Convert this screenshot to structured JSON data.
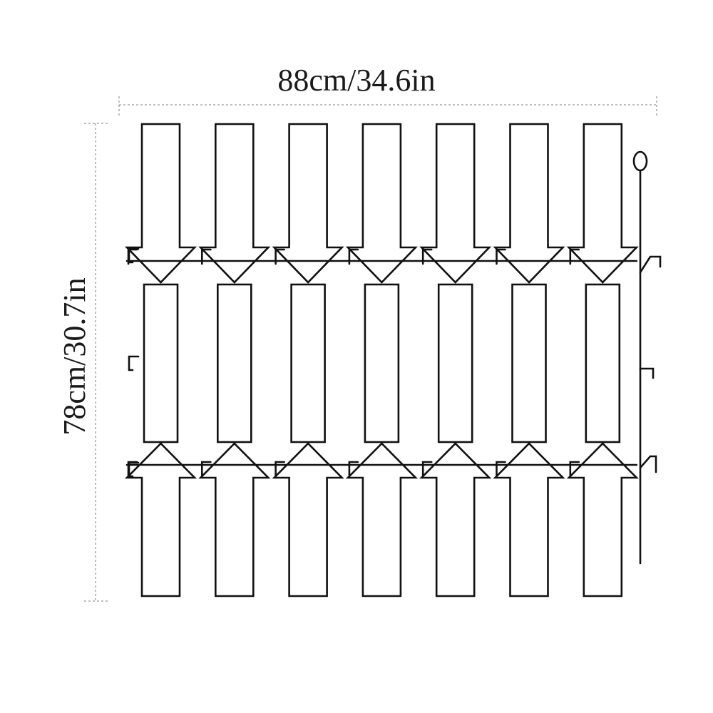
{
  "dimensions": {
    "width_label": "88cm/34.6in",
    "height_label": "78cm/30.7in"
  },
  "fence": {
    "pickets_per_row": 7,
    "rows": 3,
    "stake_count": 1,
    "colors": {
      "wire": "#111111",
      "dimension_line": "#9a9a9a",
      "text": "#1a1a1a"
    }
  }
}
